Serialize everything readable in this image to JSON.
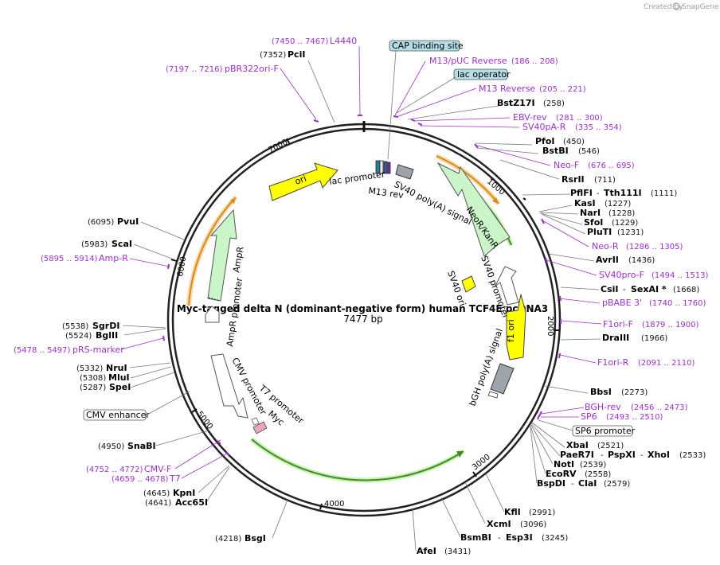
{
  "brand": {
    "created_by": "Created by",
    "name": "SnapGene"
  },
  "plasmid": {
    "name": "Myc-tagged delta N (dominant-negative form) human TCF4E pcDNA3",
    "length_label": "7477 bp",
    "length": 7477
  },
  "ticks": [
    "1000",
    "2000",
    "3000",
    "4000",
    "5000",
    "6000",
    "7000"
  ],
  "enzymes": [
    {
      "name": "PciI",
      "pos": "(7352)"
    },
    {
      "name": "BstZ17I",
      "pos": "(258)"
    },
    {
      "name": "PfoI",
      "pos": "(450)"
    },
    {
      "name": "BstBI",
      "pos": "(546)"
    },
    {
      "name": "RsrII",
      "pos": "(711)"
    },
    {
      "name": "PflFI",
      "name2": "Tth111I",
      "pos": "(1111)"
    },
    {
      "name": "KasI",
      "pos": "(1227)"
    },
    {
      "name": "NarI",
      "pos": "(1228)"
    },
    {
      "name": "SfoI",
      "pos": "(1229)"
    },
    {
      "name": "PluTI",
      "pos": "(1231)"
    },
    {
      "name": "AvrII",
      "pos": "(1436)"
    },
    {
      "name": "CsiI",
      "name2": "SexAI *",
      "pos": "(1668)"
    },
    {
      "name": "DraIII",
      "pos": "(1966)"
    },
    {
      "name": "BbsI",
      "pos": "(2273)"
    },
    {
      "name": "XbaI",
      "pos": "(2521)"
    },
    {
      "name": "PaeR7I",
      "name2": "PspXI",
      "name3": "XhoI",
      "pos": "(2533)"
    },
    {
      "name": "NotI",
      "pos": "(2539)"
    },
    {
      "name": "EcoRV",
      "pos": "(2558)"
    },
    {
      "name": "BspDI",
      "name2": "ClaI",
      "pos": "(2579)"
    },
    {
      "name": "KflI",
      "pos": "(2991)"
    },
    {
      "name": "XcmI",
      "pos": "(3096)"
    },
    {
      "name": "BsmBI",
      "name2": "Esp3I",
      "pos": "(3245)"
    },
    {
      "name": "AfeI",
      "pos": "(3431)"
    },
    {
      "name": "BsgI",
      "pos": "(4218)"
    },
    {
      "name": "Acc65I",
      "pos": "(4641)"
    },
    {
      "name": "KpnI",
      "pos": "(4645)"
    },
    {
      "name": "SnaBI",
      "pos": "(4950)"
    },
    {
      "name": "SpeI",
      "pos": "(5287)"
    },
    {
      "name": "MluI",
      "pos": "(5308)"
    },
    {
      "name": "NruI",
      "pos": "(5332)"
    },
    {
      "name": "BglII",
      "pos": "(5524)"
    },
    {
      "name": "SgrDI",
      "pos": "(5538)"
    },
    {
      "name": "ScaI",
      "pos": "(5983)"
    },
    {
      "name": "PvuI",
      "pos": "(6095)"
    }
  ],
  "primers": [
    {
      "name": "L4440",
      "pos": "(7450 .. 7467)"
    },
    {
      "name": "pBR322ori-F",
      "pos": "(7197 .. 7216)"
    },
    {
      "name": "M13/pUC Reverse",
      "pos": "(186 .. 208)"
    },
    {
      "name": "M13 Reverse",
      "pos": "(205 .. 221)"
    },
    {
      "name": "EBV-rev",
      "pos": "(281 .. 300)"
    },
    {
      "name": "SV40pA-R",
      "pos": "(335 .. 354)"
    },
    {
      "name": "Neo-F",
      "pos": "(676 .. 695)"
    },
    {
      "name": "Neo-R",
      "pos": "(1286 .. 1305)"
    },
    {
      "name": "SV40pro-F",
      "pos": "(1494 .. 1513)"
    },
    {
      "name": "pBABE 3'",
      "pos": "(1740 .. 1760)"
    },
    {
      "name": "F1ori-F",
      "pos": "(1879 .. 1900)"
    },
    {
      "name": "F1ori-R",
      "pos": "(2091 .. 2110)"
    },
    {
      "name": "BGH-rev",
      "pos": "(2456 .. 2473)"
    },
    {
      "name": "SP6",
      "pos": "(2493 .. 2510)"
    },
    {
      "name": "CMV-F",
      "pos": "(4752 .. 4772)"
    },
    {
      "name": "T7",
      "pos": "(4659 .. 4678)"
    },
    {
      "name": "Amp-R",
      "pos": "(5895 .. 5914)"
    },
    {
      "name": "pRS-marker",
      "pos": "(5478 .. 5497)"
    }
  ],
  "boxed": {
    "cap": "CAP binding site",
    "lacop": "lac operator",
    "sp6promoter": "SP6 promoter",
    "cmvenh": "CMV enhancer"
  },
  "features": {
    "ori": "ori",
    "lac_promoter": "lac promoter",
    "m13rev": "M13 rev",
    "sv40polya": "SV40 poly(A) signal",
    "neokan": "NeoR/KanR",
    "sv40promoter": "SV40 promoter",
    "sv40ori": "SV40 ori",
    "f1ori": "f1 ori",
    "bgh": "bGH poly(A) signal",
    "ampr": "AmpR",
    "amprpromoter": "AmpR promoter",
    "cmvpromoter": "CMV promoter",
    "t7promoter": "T7 promoter",
    "myc": "Myc"
  },
  "colors": {
    "ring": "#222222",
    "enzyme_line": "#777777",
    "primer": "#9b2fc9",
    "ori": "#ffff00",
    "ampr": "#c9f5c9",
    "orange": "#e8a13a",
    "green": "#3f8f1f",
    "grey": "#9ea4ab",
    "teal": "#b5dde6",
    "blue_dark": "#2d4a8a"
  }
}
